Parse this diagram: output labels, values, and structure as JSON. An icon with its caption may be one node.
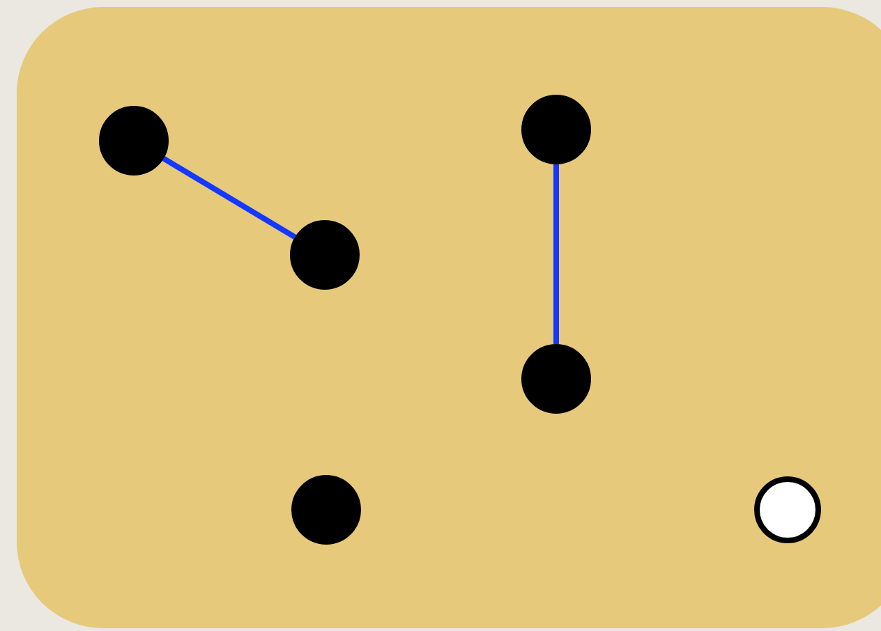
{
  "diagram": {
    "nodes": [
      {
        "text": [],
        "shape": "circle"
      },
      {
        "text": [],
        "shape": "circle"
      },
      {
        "text": [],
        "shape": "circle"
      },
      {
        "text": [],
        "shape": "circle"
      },
      {
        "text": [],
        "shape": "circle"
      },
      {
        "text": [],
        "shape": "circle"
      }
    ],
    "edges": [
      {
        "from": 0,
        "to": 1,
        "arrow": "none"
      },
      {
        "from": 2,
        "to": 3,
        "arrow": "none"
      }
    ]
  }
}
